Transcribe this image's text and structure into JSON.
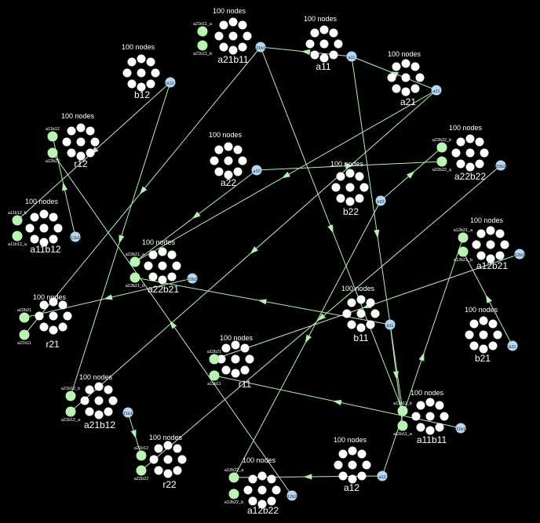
{
  "colors": {
    "background": "#000000",
    "node": "#ffffff",
    "edge": "#b5f0b5",
    "input_port": "#b8f5b0",
    "output_port": "#b4d8f4"
  },
  "caption": "100 nodes",
  "clusters": [
    {
      "id": "a21b11",
      "label": "a21b11",
      "inputs": [
        "a21b11_a",
        "a21b11_b"
      ],
      "output": "a21b11"
    },
    {
      "id": "a11",
      "label": "a11",
      "inputs": [],
      "output": "a11"
    },
    {
      "id": "a21",
      "label": "a21",
      "inputs": [],
      "output": "a21"
    },
    {
      "id": "b12",
      "label": "b12",
      "inputs": [],
      "output": "b12"
    },
    {
      "id": "r12",
      "label": "r12",
      "inputs": [
        "a11b12",
        "a12b22"
      ],
      "output": ""
    },
    {
      "id": "a22",
      "label": "a22",
      "inputs": [],
      "output": "a22"
    },
    {
      "id": "b22",
      "label": "b22",
      "inputs": [],
      "output": "b22"
    },
    {
      "id": "a22b22",
      "label": "a22b22",
      "inputs": [
        "a22b22_b",
        "a22b22_a"
      ],
      "output": "a22b22"
    },
    {
      "id": "a11b12",
      "label": "a11b12",
      "inputs": [
        "a11b12_b",
        "a11b12_a"
      ],
      "output": "a11b12"
    },
    {
      "id": "a12b21",
      "label": "a12b21",
      "inputs": [
        "a12b21_a",
        "a12b21_b"
      ],
      "output": "a12b21"
    },
    {
      "id": "a22b21",
      "label": "a22b21",
      "inputs": [
        "a22b21_a",
        "a22b21_b"
      ],
      "output": "a22b21"
    },
    {
      "id": "r21",
      "label": "r21",
      "inputs": [
        "a22b21",
        "a21b11"
      ],
      "output": ""
    },
    {
      "id": "b11",
      "label": "b11",
      "inputs": [],
      "output": "b11"
    },
    {
      "id": "b21",
      "label": "b21",
      "inputs": [],
      "output": "b21"
    },
    {
      "id": "r11",
      "label": "r11",
      "inputs": [
        "a12b21",
        "a11b11"
      ],
      "output": ""
    },
    {
      "id": "a21b12",
      "label": "a21b12",
      "inputs": [
        "a21b12_b",
        "a21b12_a"
      ],
      "output": "a21b12"
    },
    {
      "id": "a11b11",
      "label": "a11b11",
      "inputs": [
        "a11b11_b",
        "a11b11_a"
      ],
      "output": "a11b11"
    },
    {
      "id": "r22",
      "label": "r22",
      "inputs": [
        "a21b12",
        "a22b22"
      ],
      "output": ""
    },
    {
      "id": "a12",
      "label": "a12",
      "inputs": [],
      "output": "a12"
    },
    {
      "id": "a12b22",
      "label": "a12b22",
      "inputs": [
        "a12b22_a",
        "a12b22_b"
      ],
      "output": "a12b22"
    }
  ],
  "edges": [
    [
      "a11.out",
      "a21b11.out"
    ],
    [
      "a21.out",
      "a11.out"
    ],
    [
      "a21.out",
      "a22b21.in0"
    ],
    [
      "a11.out",
      "a11b11.in0"
    ],
    [
      "b12.out",
      "a11b12.in0"
    ],
    [
      "b12.out",
      "a21b12.in0"
    ],
    [
      "a21b11.out",
      "r21.in1"
    ],
    [
      "a22.out",
      "a22b22.in1"
    ],
    [
      "a22.out",
      "a22b21.in0"
    ],
    [
      "b22.out",
      "a22b22.in0"
    ],
    [
      "b22.out",
      "a12b22.in0"
    ],
    [
      "a22b22.out",
      "r22.in1"
    ],
    [
      "a11b12.out",
      "r12.in0"
    ],
    [
      "a12b21.out",
      "r11.in0"
    ],
    [
      "a22b21.out",
      "r21.in0"
    ],
    [
      "b11.out",
      "a22b21.in1"
    ],
    [
      "b11.out",
      "a11b11.in1"
    ],
    [
      "b21.out",
      "a12b21.in1"
    ],
    [
      "a11b11.out",
      "r11.in1"
    ],
    [
      "a21b12.out",
      "r22.in0"
    ],
    [
      "a12.out",
      "a12b22.in0"
    ],
    [
      "a12.out",
      "a12b21.in0"
    ],
    [
      "a12b22.out",
      "r12.in1"
    ],
    [
      "a21b11.out",
      "a11b11.in0"
    ],
    [
      "a21.out",
      "a21b12.in1"
    ]
  ]
}
